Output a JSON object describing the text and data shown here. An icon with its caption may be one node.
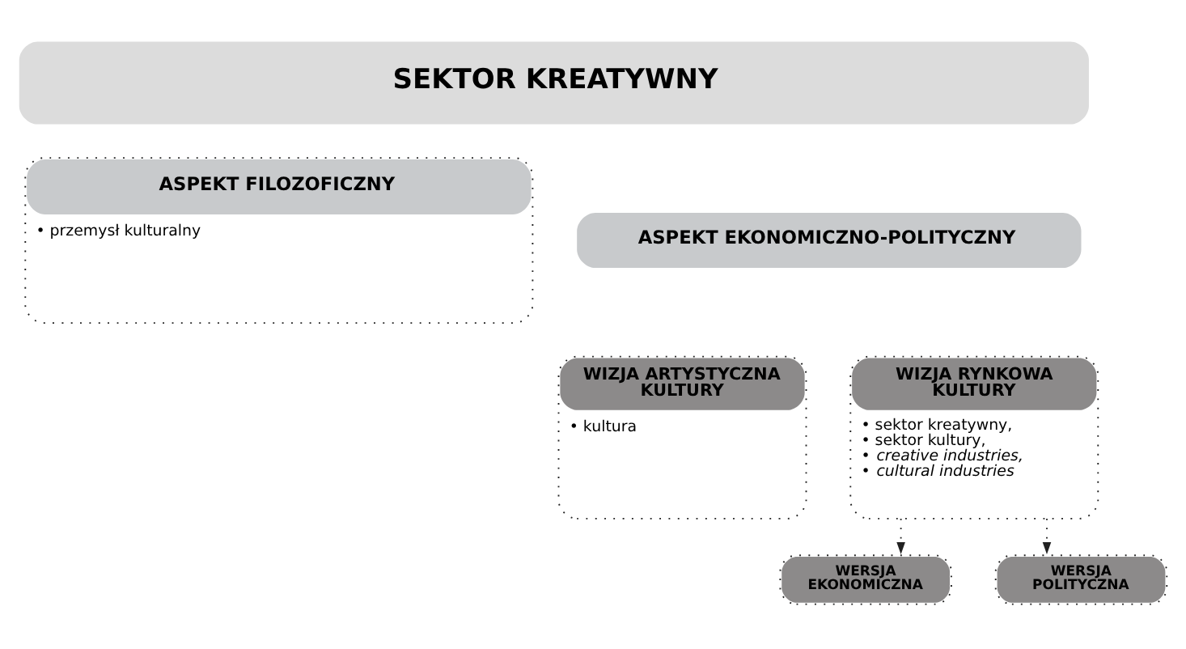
{
  "diagram": {
    "nodes": [
      {
        "text": [
          "SEKTOR KREATYWNY"
        ]
      },
      {
        "text": [
          "ASPEKT FILOZOFICZNY",
          "• przemysł kulturalny"
        ]
      },
      {
        "text": [
          "ASPEKT EKONOMICZNO-POLITYCZNY"
        ]
      },
      {
        "text": [
          "WIZJA ARTYSTYCZNA KULTURY",
          "• kultura"
        ]
      },
      {
        "text": [
          "WIZJA RYNKOWA KULTURY",
          "• sektor kreatywny,",
          "• sektor kultury,",
          "• *creative industries,*",
          "• *cultural industries*"
        ]
      },
      {
        "text": [
          "WERSJA EKONOMICZNA"
        ]
      },
      {
        "text": [
          "WERSJA POLITYCZNA"
        ]
      }
    ],
    "edges": [
      {
        "from": 4,
        "to": 5,
        "arrow": "to",
        "style": "dashed"
      },
      {
        "from": 4,
        "to": 6,
        "arrow": "to",
        "style": "dashed"
      }
    ]
  }
}
